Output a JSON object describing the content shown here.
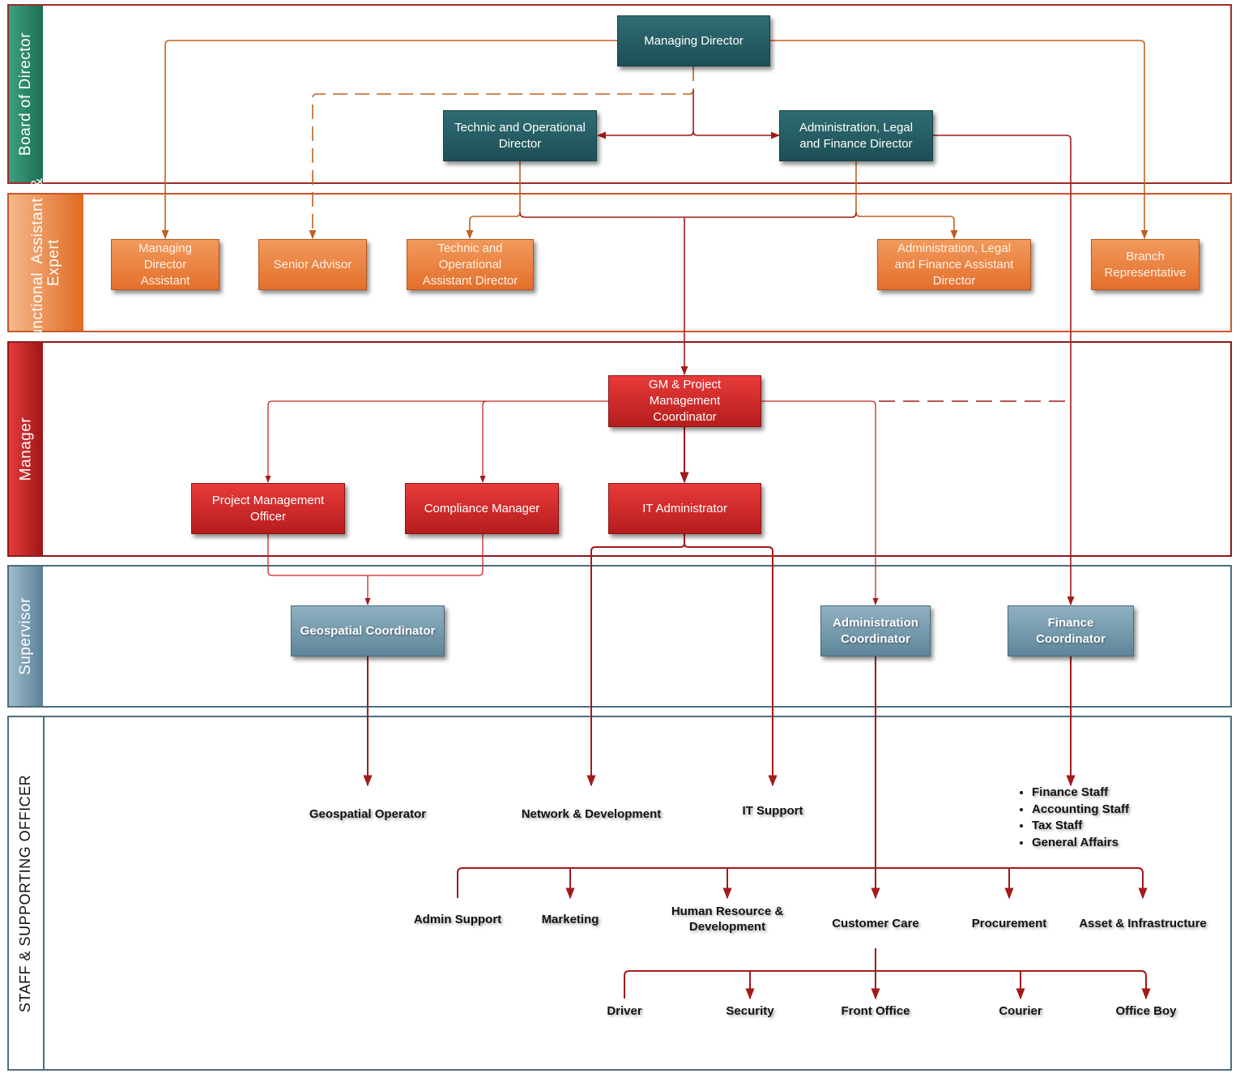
{
  "bands": [
    {
      "key": "board",
      "label": "Board of Director"
    },
    {
      "key": "functional",
      "label": "Functional  Assistant  &\nExpert"
    },
    {
      "key": "manager",
      "label": "Manager"
    },
    {
      "key": "supervisor",
      "label": "Supervisor"
    },
    {
      "key": "staff",
      "label": "STAFF & SUPPORTING OFFICER"
    }
  ],
  "boxes": {
    "managing_director": "Managing Director",
    "technic_operational_director": "Technic and Operational\nDirector",
    "admin_legal_finance_director": "Administration, Legal\nand Finance Director",
    "managing_director_assistant": "Managing\nDirector\nAssistant",
    "senior_advisor": "Senior Advisor",
    "technic_operational_assistant_director": "Technic and\nOperational\nAssistant Director",
    "admin_legal_finance_assistant_director": "Administration, Legal\nand Finance Assistant\nDirector",
    "branch_representative": "Branch\nRepresentative",
    "gm_project_management_coordinator": "GM & Project\nManagement\nCoordinator",
    "project_management_officer": "Project Management\nOfficer",
    "compliance_manager": "Compliance Manager",
    "it_administrator": "IT Administrator",
    "geospatial_coordinator": "Geospatial Coordinator",
    "administration_coordinator": "Administration\nCoordinator",
    "finance_coordinator": "Finance\nCoordinator"
  },
  "staff": {
    "geospatial_operator": "Geospatial Operator",
    "network_development": "Network & Development",
    "it_support": "IT Support",
    "admin_support": "Admin Support",
    "marketing": "Marketing",
    "human_resource": "Human Resource &\nDevelopment",
    "customer_care": "Customer Care",
    "procurement": "Procurement",
    "asset_infrastructure": "Asset & Infrastructure",
    "driver": "Driver",
    "security": "Security",
    "front_office": "Front Office",
    "courier": "Courier",
    "office_boy": "Office Boy",
    "finance_list": [
      "Finance Staff",
      "Accounting Staff",
      "Tax Staff",
      "General Affairs"
    ]
  },
  "colors": {
    "board_border": "#9b2c2c",
    "board_tab": "#2e8b6b",
    "functional_border": "#c9562a",
    "functional_tab": "#e46f2b",
    "manager_border": "#8c1a1a",
    "manager_tab": "#c92525",
    "supervisor_border": "#4d6d80",
    "supervisor_tab": "#6e93a7",
    "staff_border": "#4d6d80",
    "connector_orange": "#c0601e",
    "connector_red": "#a31a1a"
  }
}
